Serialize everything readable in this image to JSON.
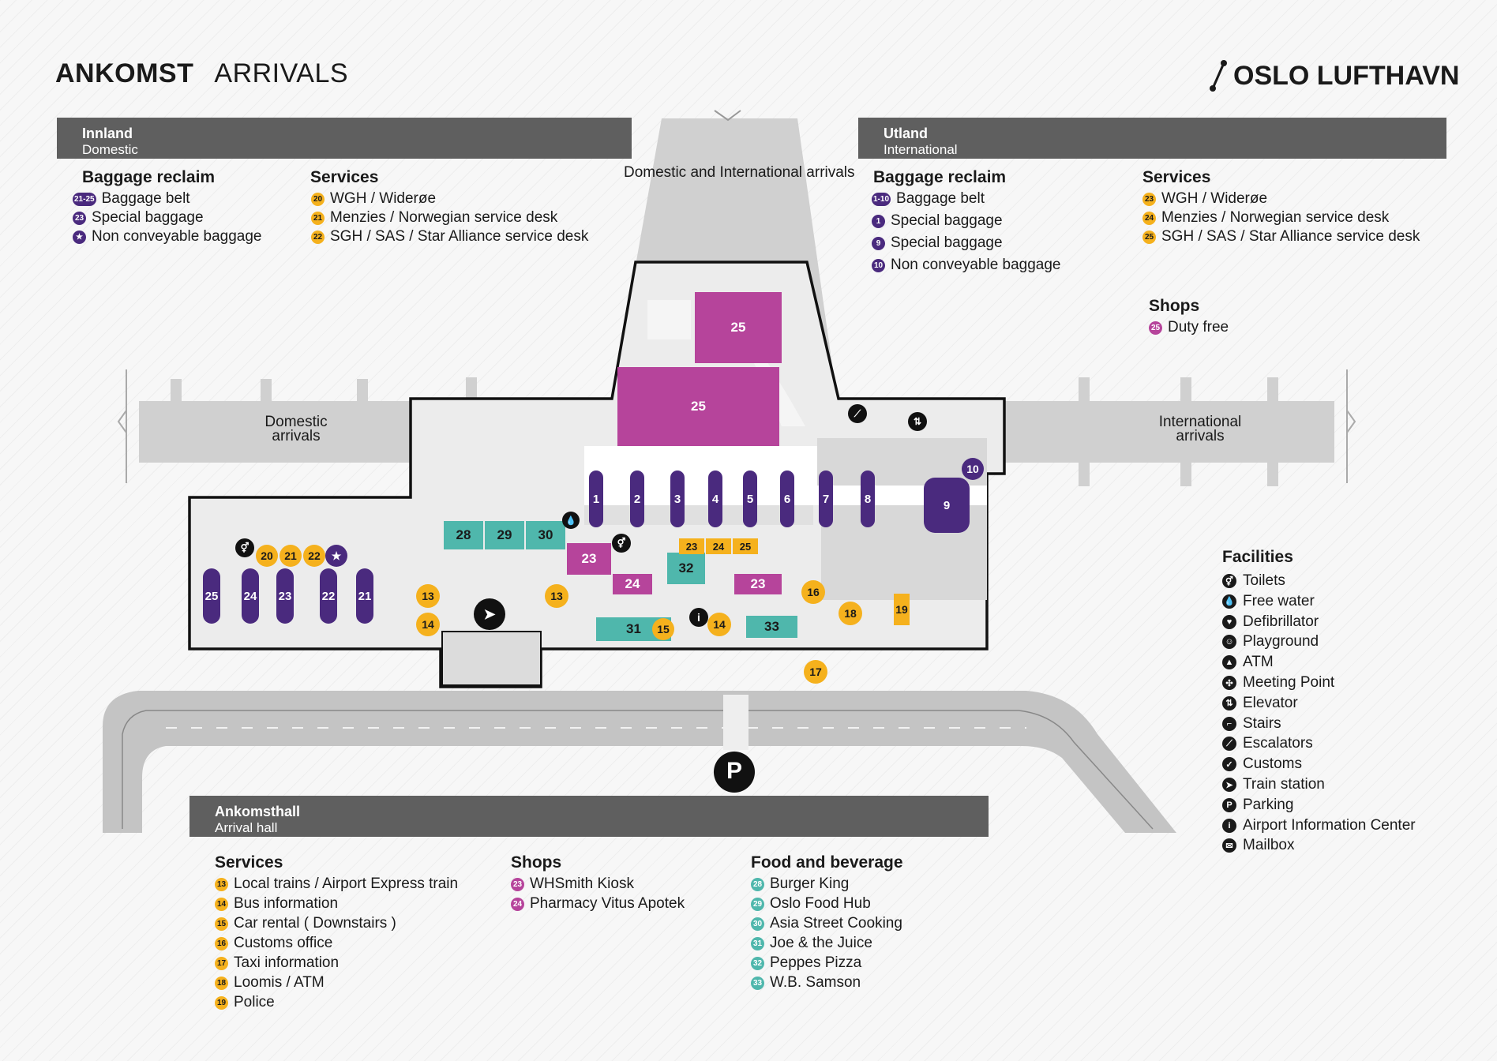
{
  "header": {
    "title_bold": "ANKOMST",
    "title_light": "ARRIVALS",
    "logo": "OSLO LUFTHAVN"
  },
  "domestic": {
    "bar_title": "Innland",
    "bar_sub": "Domestic",
    "baggage_heading": "Baggage reclaim",
    "baggage": [
      {
        "badge": "21-25",
        "text": "Baggage belt"
      },
      {
        "badge": "23",
        "text": "Special baggage"
      },
      {
        "badge": "★",
        "text": "Non conveyable baggage"
      }
    ],
    "services_heading": "Services",
    "services": [
      {
        "badge": "20",
        "text": "WGH / Widerøe"
      },
      {
        "badge": "21",
        "text": "Menzies / Norwegian service desk"
      },
      {
        "badge": "22",
        "text": "SGH / SAS / Star Alliance service desk"
      }
    ]
  },
  "international": {
    "bar_title": "Utland",
    "bar_sub": "International",
    "baggage_heading": "Baggage reclaim",
    "baggage": [
      {
        "badge": "1-10",
        "text": "Baggage belt"
      },
      {
        "badge": "1",
        "text": "Special baggage"
      },
      {
        "badge": "9",
        "text": "Special baggage"
      },
      {
        "badge": "10",
        "text": "Non conveyable baggage"
      }
    ],
    "services_heading": "Services",
    "services": [
      {
        "badge": "23",
        "text": "WGH / Widerøe"
      },
      {
        "badge": "24",
        "text": "Menzies / Norwegian service desk"
      },
      {
        "badge": "25",
        "text": "SGH / SAS / Star Alliance service desk"
      }
    ],
    "shops_heading": "Shops",
    "shops": [
      {
        "badge": "25",
        "text": "Duty free"
      }
    ]
  },
  "map_labels": {
    "both": "Domestic and International arrivals",
    "domestic": "Domestic arrivals",
    "international": "International arrivals"
  },
  "map": {
    "duty_free": [
      "25",
      "25"
    ],
    "intl_belts": [
      "1",
      "2",
      "3",
      "4",
      "5",
      "6",
      "7",
      "8",
      "9",
      "10"
    ],
    "dom_belts": [
      "25",
      "24",
      "23",
      "22",
      "21"
    ],
    "dom_desks": [
      "20",
      "21",
      "22",
      "★"
    ],
    "food": [
      "28",
      "29",
      "30",
      "32",
      "31",
      "33"
    ],
    "shops": [
      "23",
      "24",
      "23"
    ],
    "intl_desks": [
      "23",
      "24",
      "25"
    ],
    "services_y": [
      "13",
      "13",
      "14",
      "15",
      "14",
      "16",
      "18",
      "19",
      "17"
    ],
    "parking": "P"
  },
  "facilities": {
    "heading": "Facilities",
    "items": [
      {
        "icon": "toilets-icon",
        "glyph": "⚥",
        "text": "Toilets"
      },
      {
        "icon": "water-icon",
        "glyph": "💧",
        "text": "Free water"
      },
      {
        "icon": "defibrillator-icon",
        "glyph": "♥",
        "text": "Defibrillator"
      },
      {
        "icon": "playground-icon",
        "glyph": "☺",
        "text": "Playground"
      },
      {
        "icon": "atm-icon",
        "glyph": "▲",
        "text": "ATM"
      },
      {
        "icon": "meeting-point-icon",
        "glyph": "✣",
        "text": "Meeting Point"
      },
      {
        "icon": "elevator-icon",
        "glyph": "⇅",
        "text": "Elevator"
      },
      {
        "icon": "stairs-icon",
        "glyph": "⌐",
        "text": "Stairs"
      },
      {
        "icon": "escalators-icon",
        "glyph": "⟋",
        "text": "Escalators"
      },
      {
        "icon": "customs-icon",
        "glyph": "✓",
        "text": "Customs"
      },
      {
        "icon": "train-icon",
        "glyph": "➤",
        "text": "Train station"
      },
      {
        "icon": "parking-icon",
        "glyph": "P",
        "text": "Parking"
      },
      {
        "icon": "info-icon",
        "glyph": "i",
        "text": "Airport Information Center"
      },
      {
        "icon": "mailbox-icon",
        "glyph": "✉",
        "text": "Mailbox"
      }
    ]
  },
  "arrival_hall": {
    "bar_title": "Ankomsthall",
    "bar_sub": "Arrival hall",
    "services_heading": "Services",
    "services": [
      {
        "badge": "13",
        "text": "Local trains / Airport Express train"
      },
      {
        "badge": "14",
        "text": "Bus information"
      },
      {
        "badge": "15",
        "text": "Car rental ( Downstairs )"
      },
      {
        "badge": "16",
        "text": "Customs office"
      },
      {
        "badge": "17",
        "text": "Taxi information"
      },
      {
        "badge": "18",
        "text": "Loomis / ATM"
      },
      {
        "badge": "19",
        "text": "Police"
      }
    ],
    "shops_heading": "Shops",
    "shops": [
      {
        "badge": "23",
        "text": "WHSmith Kiosk"
      },
      {
        "badge": "24",
        "text": "Pharmacy Vitus Apotek"
      }
    ],
    "food_heading": "Food and beverage",
    "food": [
      {
        "badge": "28",
        "text": "Burger King"
      },
      {
        "badge": "29",
        "text": "Oslo Food Hub"
      },
      {
        "badge": "30",
        "text": "Asia Street Cooking"
      },
      {
        "badge": "31",
        "text": "Joe & the Juice"
      },
      {
        "badge": "32",
        "text": "Peppes Pizza"
      },
      {
        "badge": "33",
        "text": "W.B. Samson"
      }
    ]
  },
  "colors": {
    "purple": "#4a2a7e",
    "yellow": "#f5b11d",
    "magenta": "#b6449b",
    "teal": "#4fb7ac",
    "bar": "#5f5f5f",
    "gray": "#d0d0d0"
  }
}
